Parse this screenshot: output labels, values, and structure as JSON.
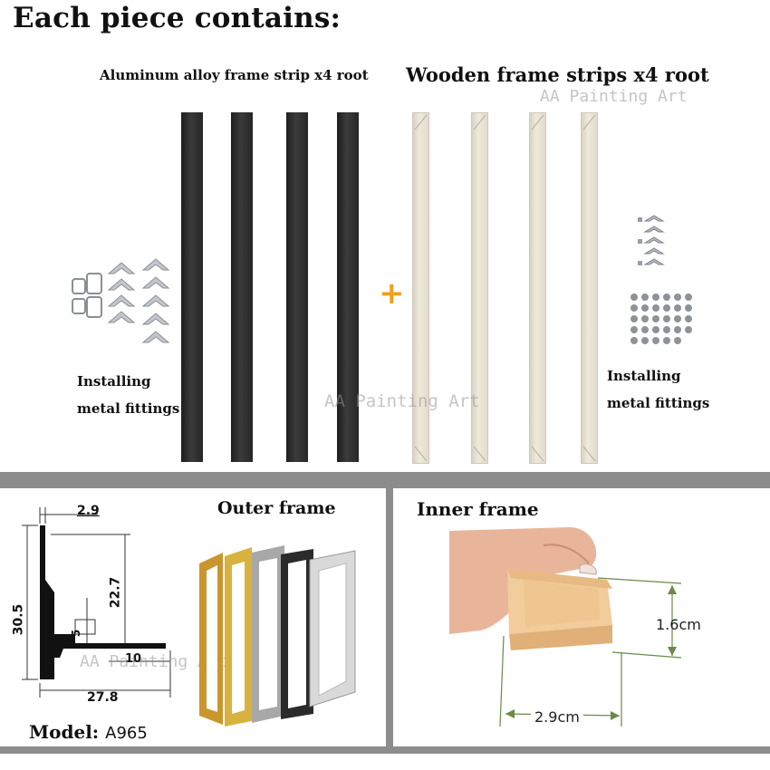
{
  "header": {
    "title": "Each piece contains:"
  },
  "top": {
    "aluminum_label": "Aluminum alloy frame strip x4 root",
    "wood_label": "Wooden frame strips x4 root",
    "watermark": "AA Painting Art",
    "plus": "+",
    "left_caption": [
      "Installing",
      "metal fittings"
    ],
    "right_caption": [
      "Installing",
      "metal fittings"
    ],
    "aluminum_strip_color": "#2a2a2a",
    "wood_strip_color": "#ebe5d7"
  },
  "profile": {
    "dims": {
      "top_width": "2.9",
      "height_total": "30.5",
      "inner_height": "22.7",
      "lip": "5",
      "base_width": "27.8",
      "lower_label": "10"
    },
    "model_label": "Model",
    "model_sep": ":",
    "model_value": "A965",
    "watermark": "AA Painting Art"
  },
  "outer": {
    "title": "Outer frame",
    "frame_colors": [
      "#c9962e",
      "#d8b23f",
      "#a8a8a8",
      "#2b2b2b",
      "#d9d9d9"
    ]
  },
  "inner": {
    "title": "Inner frame",
    "height_dim": "1.6cm",
    "width_dim": "2.9cm"
  },
  "colors": {
    "divider": "#8c8c8c",
    "accent_plus": "#f0a020"
  }
}
